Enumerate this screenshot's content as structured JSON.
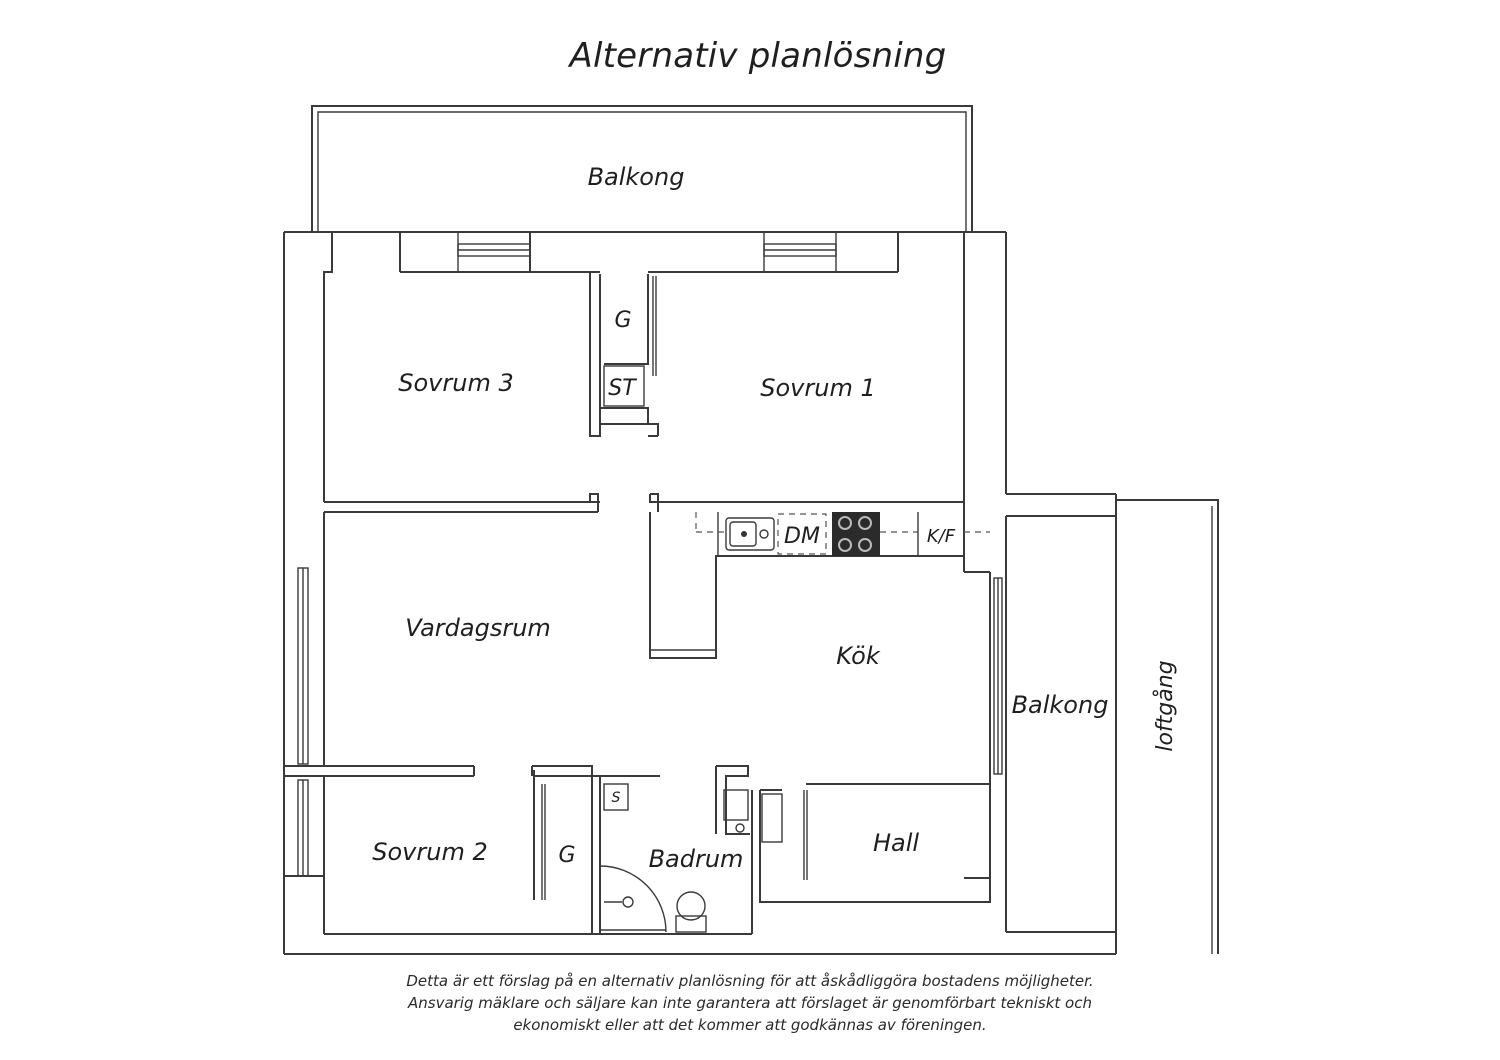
{
  "title": "Alternativ planlösning",
  "rooms": {
    "balkong_top": "Balkong",
    "sovrum3": "Sovrum 3",
    "sovrum1": "Sovrum 1",
    "g_top": "G",
    "st": "ST",
    "vardagsrum": "Vardagsrum",
    "kok": "Kök",
    "dm": "DM",
    "kf": "K/F",
    "balkong_right": "Balkong",
    "loftgang": "loftgång",
    "sovrum2": "Sovrum 2",
    "g_bottom": "G",
    "s": "S",
    "badrum": "Badrum",
    "hall": "Hall"
  },
  "disclaimer": [
    "Detta är ett förslag på en alternativ planlösning för att åskådliggöra bostadens möjligheter.",
    "Ansvarig mäklare och säljare kan inte garantera att förslaget är genomförbart tekniskt och",
    "ekonomiskt eller att det kommer att godkännas av föreningen."
  ]
}
